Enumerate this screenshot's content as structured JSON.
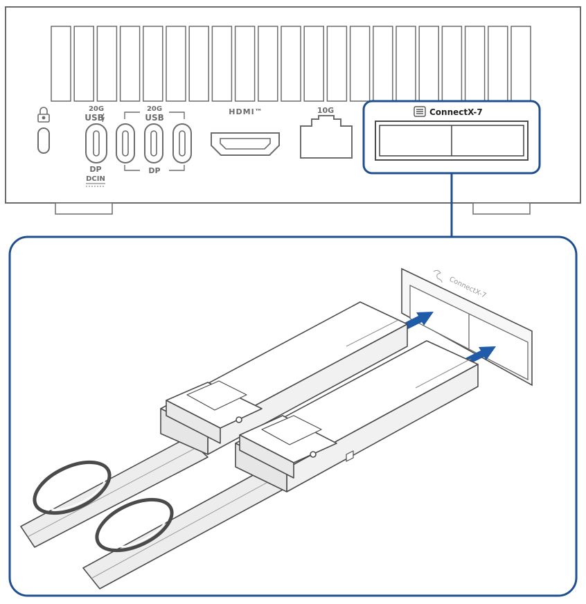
{
  "rear_panel": {
    "usb_c_left": {
      "speed": "20G",
      "usb": "USB",
      "dp": "DP",
      "dcin": "DCIN"
    },
    "usb_c_group": {
      "speed": "20G",
      "usb": "USB",
      "dp": "DP"
    },
    "hdmi_label": "HDMI™",
    "ethernet_label": "10G",
    "connectx_label": "ConnectX-7"
  },
  "detail": {
    "connectx_label": "ConnectX-7"
  },
  "colors": {
    "accent_blue": "#1f4f8f",
    "arrow_blue": "#1f5ba8",
    "line_gray": "#6b6b6b",
    "fill_light": "#f4f4f4"
  },
  "icons": {
    "kensington": "lock-icon",
    "connectx": "nvidia-connectx-logo-icon",
    "insert_arrows": "arrow-right-icon"
  }
}
